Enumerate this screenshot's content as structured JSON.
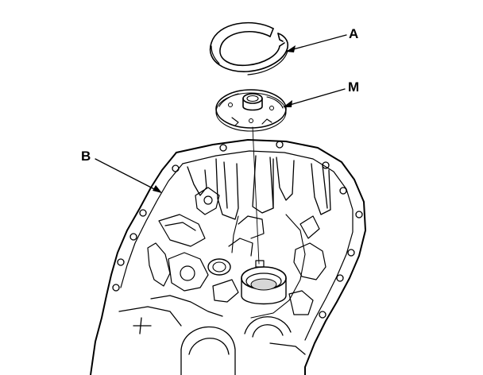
{
  "callouts": {
    "a": "A",
    "m": "M",
    "b": "B"
  },
  "parts": {
    "a": "snap-ring",
    "m": "magnet-holder-plate",
    "b": "transmission-housing"
  },
  "colors": {
    "ink": "#000000",
    "paper": "#ffffff",
    "shade": "#d6d6d6"
  }
}
